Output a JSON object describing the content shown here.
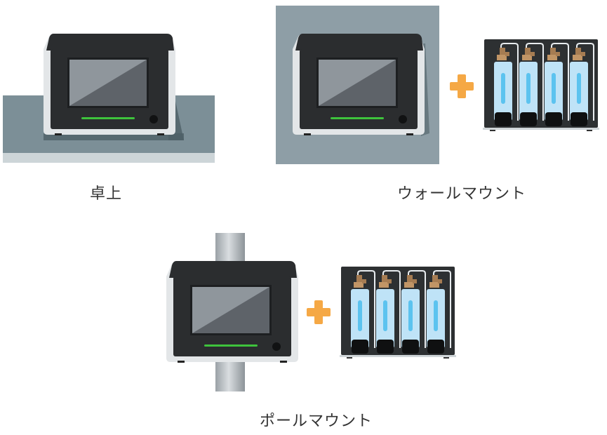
{
  "captions": {
    "tabletop": "卓上",
    "wall_mount": "ウォールマウント",
    "pole_mount": "ポールマウント"
  },
  "icons": {
    "plus": "plus-icon",
    "device": "monitor-device-icon",
    "cartridge_rack": "cartridge-rack-icon"
  },
  "colors": {
    "device_body": "#2b2d2f",
    "device_frame": "#e3e6e8",
    "screen": "#5e6369",
    "status_bar": "#3ec33c",
    "wall_panel": "#8e9ea6",
    "table_top": "#7c8f97",
    "pole": "#aeb4b9",
    "plus": "#f5a845",
    "rack_bg": "#2d3032",
    "cartridge_fill": "#bfe3f7"
  }
}
